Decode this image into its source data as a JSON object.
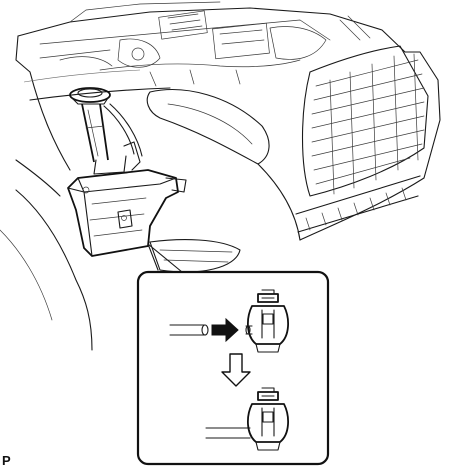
{
  "figure": {
    "corner_label": "P"
  },
  "colors": {
    "line": "#1a1a1a",
    "background": "#ffffff",
    "callout_box": "#111111"
  },
  "icons": {
    "arrow_right": "solid-right-arrow",
    "arrow_down": "outlined-down-arrow"
  }
}
